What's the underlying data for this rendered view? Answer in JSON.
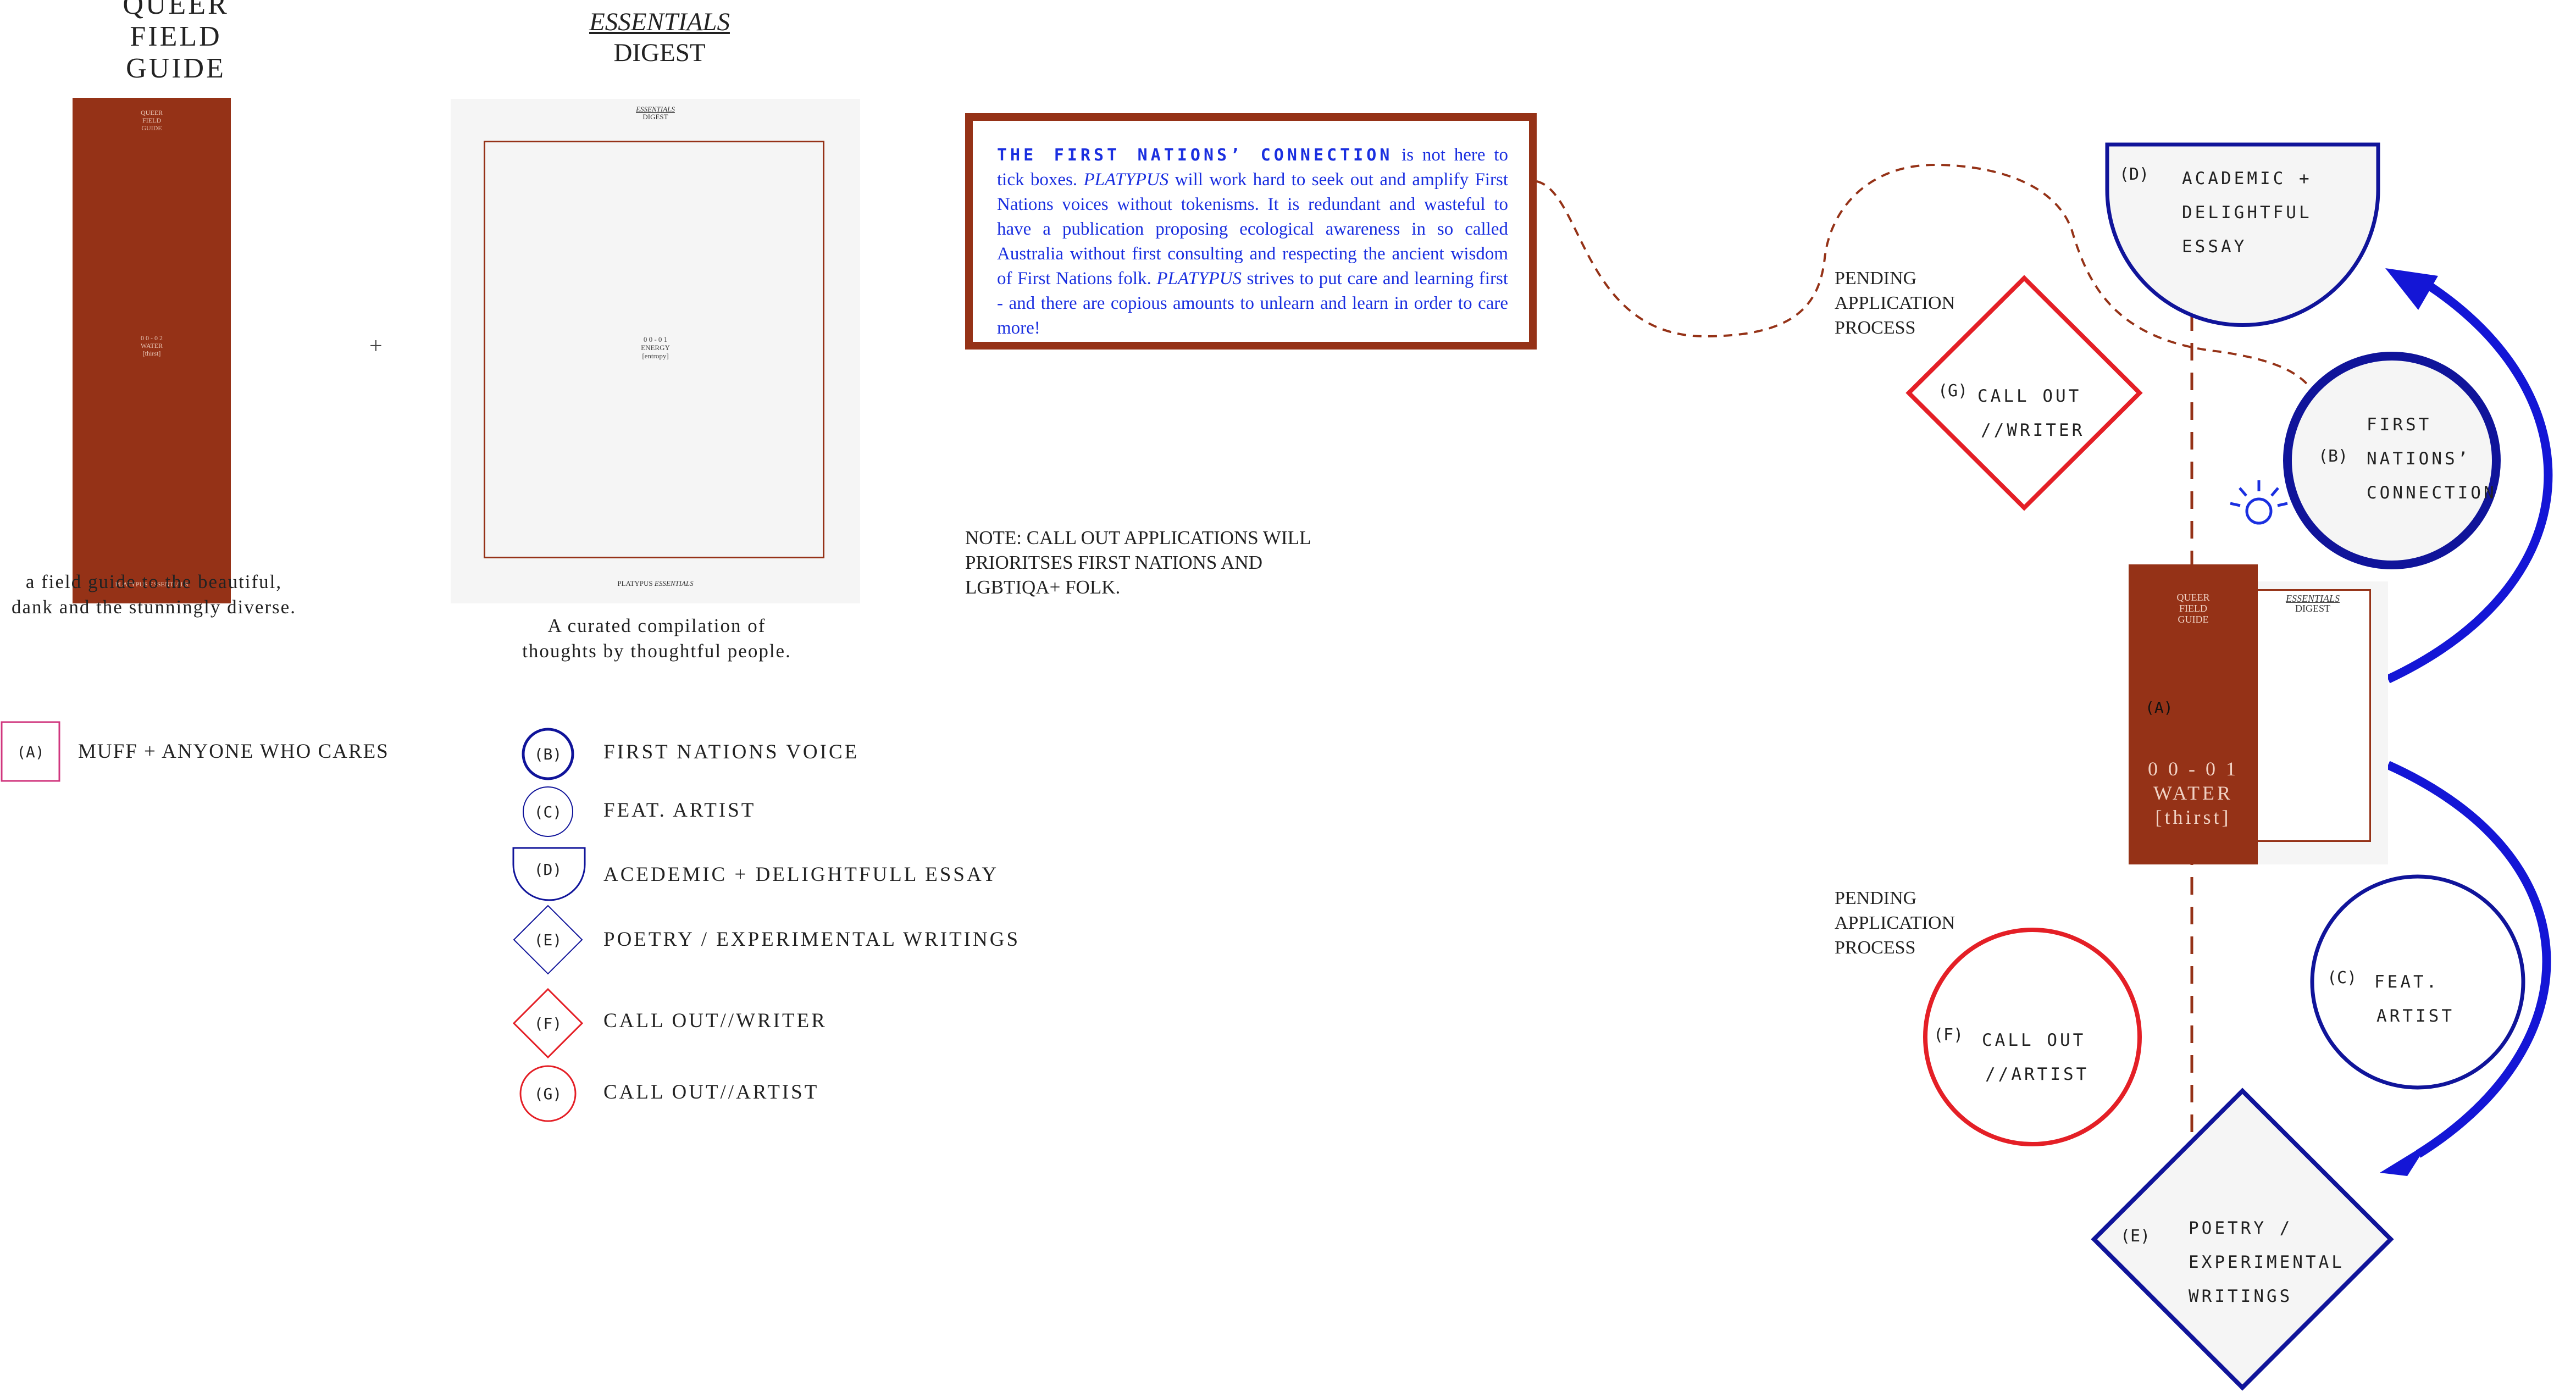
{
  "colors": {
    "rust": "#953217",
    "navy": "#10149a",
    "blue": "#1a2fe0",
    "red": "#e41f26",
    "pink": "#d0367e",
    "paper": "#f5f5f5"
  },
  "left": {
    "qfg_title": [
      "QUEER",
      "FIELD",
      "GUIDE"
    ],
    "qfg_cover_title": [
      "QUEER",
      "FIELD",
      "GUIDE"
    ],
    "qfg_cover_issue": [
      "0 0 - 0 2",
      "WATER",
      "[thirst]"
    ],
    "qfg_cover_footer": "PLATYPUS ESSENTIALS",
    "qfg_caption": [
      "a field guide to the beautiful,",
      "dank and the stunningly diverse."
    ],
    "plus": "+",
    "digest_title_1": "ESSENTIALS",
    "digest_title_2": "DIGEST",
    "digest_cover_title_1": "ESSENTIALS",
    "digest_cover_title_2": "DIGEST",
    "digest_cover_issue": [
      "0 0 - 0 1",
      "ENERGY",
      "[entropy]"
    ],
    "digest_cover_footer_1": "PLATYPUS ",
    "digest_cover_footer_2": "ESSENTIALS",
    "digest_caption": [
      "A curated compilation of",
      "thoughts by thoughtful people."
    ]
  },
  "legend": {
    "a_tag": "(A)",
    "a_label": "MUFF + ANYONE WHO CARES",
    "items": [
      {
        "tag": "(B)",
        "label": "FIRST NATIONS VOICE"
      },
      {
        "tag": "(C)",
        "label": "FEAT. ARTIST"
      },
      {
        "tag": "(D)",
        "label": "ACEDEMIC + DELIGHTFULL ESSAY"
      },
      {
        "tag": "(E)",
        "label": "POETRY / EXPERIMENTAL WRITINGS"
      },
      {
        "tag": "(F)",
        "label": "CALL OUT//WRITER"
      },
      {
        "tag": "(G)",
        "label": "CALL OUT//ARTIST"
      }
    ]
  },
  "first_nations_box": {
    "heading": "THE FIRST NATIONS’ CONNECTION",
    "t1": " is not here to tick boxes. ",
    "platypus1": "PLATYPUS",
    "t2": " will work hard to seek out and amplify First Nations voices without tokenisms. It is redundant and wasteful to have a publication proposing ecological awareness in so called Australia without first consulting and respecting the ancient wisdom of First Nations folk. ",
    "platypus2": "PLATYPUS",
    "t3": " strives to put care and learning first - and there are copious amounts to unlearn and learn in order to care more!"
  },
  "note": [
    "NOTE: CALL OUT APPLICATIONS WILL",
    "PRIORITSES FIRST NATIONS AND",
    "LGBTIQA+ FOLK."
  ],
  "diagram": {
    "pending_top": [
      "PENDING",
      "APPLICATION",
      "PROCESS"
    ],
    "pending_bottom": [
      "PENDING",
      "APPLICATION",
      "PROCESS"
    ],
    "d_tag": "(D)",
    "d_lines": [
      "ACADEMIC +",
      "DELIGHTFUL",
      "ESSAY"
    ],
    "g_tag": "(G)",
    "g_lines": [
      "CALL OUT",
      "//WRITER"
    ],
    "b_tag": "(B)",
    "b_lines": [
      "FIRST",
      "NATIONS’",
      "CONNECTION"
    ],
    "center_cover_title": [
      "QUEER",
      "FIELD",
      "GUIDE"
    ],
    "center_digest_1": "ESSENTIALS",
    "center_digest_2": "DIGEST",
    "a_tag": "(A)",
    "center_issue": [
      "0 0 - 0 1",
      "WATER",
      "[thirst]"
    ],
    "c_tag": "(C)",
    "c_lines": [
      "FEAT.",
      "ARTIST"
    ],
    "f_tag": "(F)",
    "f_lines": [
      "CALL OUT",
      "//ARTIST"
    ],
    "e_tag": "(E)",
    "e_lines": [
      "POETRY /",
      "EXPERIMENTAL",
      "WRITINGS"
    ]
  }
}
